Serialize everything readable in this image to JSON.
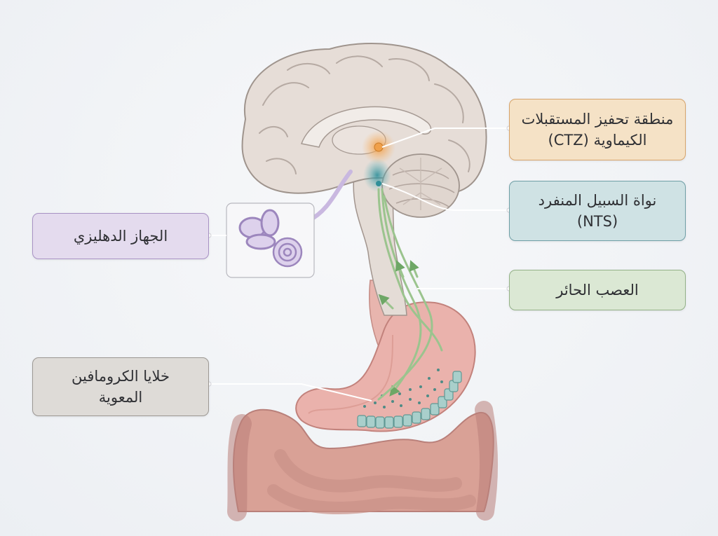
{
  "labels": {
    "ctz": {
      "line1": "منطقة تحفيز المستقبلات",
      "line2": "الكيماوية (CTZ)",
      "fill": "#f5e2c6",
      "border": "#d7a46b"
    },
    "nts": {
      "line1": "نواة السبيل المنفرد",
      "line2": "(NTS)",
      "fill": "#cfe2e4",
      "border": "#6f9fa6"
    },
    "vagus": {
      "text": "العصب الحائر",
      "fill": "#dbe8d4",
      "border": "#93b187"
    },
    "vestibular": {
      "text": "الجهاز الدهليزي",
      "fill": "#e4dbee",
      "border": "#a892c4"
    },
    "ec_cells": {
      "line1": "خلايا الكرومافين",
      "line2": "المعوية",
      "fill": "#dedbd7",
      "border": "#9c9893"
    }
  },
  "colors": {
    "brain": "#e6ddd7",
    "brain_outline": "#9f948d",
    "ctz_highlight": "#f0a04a",
    "nts_highlight": "#3f9aa3",
    "vagus_nerve": "#9bc48e",
    "vestibular_organ": "#c9b8e0",
    "stomach": "#eab2ac",
    "intestine": "#d9a196",
    "ec_cell": "#a9cfcb",
    "leader_line": "#ffffff"
  }
}
